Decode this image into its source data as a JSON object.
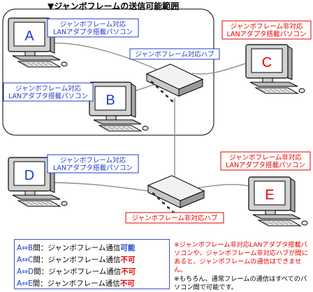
{
  "title": "▼ジャンボフレームの送信可能範囲",
  "pcs": [
    {
      "id": "A",
      "letter": "A",
      "label1": "ジャンボフレーム対応",
      "label2": "LANアダプタ搭載パソコン",
      "frame_color": "#1e3cc8",
      "letter_color": "#1e3cc8"
    },
    {
      "id": "B",
      "letter": "B",
      "label1": "ジャンボフレーム対応",
      "label2": "LANアダプタ搭載パソコン",
      "frame_color": "#1e3cc8",
      "letter_color": "#1e3cc8"
    },
    {
      "id": "C",
      "letter": "C",
      "label1": "ジャンボフレーム非対応",
      "label2": "LANアダプタ搭載パソコン",
      "frame_color": "#e60000",
      "letter_color": "#e60000"
    },
    {
      "id": "D",
      "letter": "D",
      "label1": "ジャンボフレーム対応",
      "label2": "LANアダプタ搭載パソコン",
      "frame_color": "#1e3cc8",
      "letter_color": "#1e3cc8"
    },
    {
      "id": "E",
      "letter": "E",
      "label1": "ジャンボフレーム非対応",
      "label2": "LANアダプタ搭載パソコン",
      "frame_color": "#e60000",
      "letter_color": "#e60000"
    }
  ],
  "hubs": {
    "top": {
      "label": "ジャンボフレーム対応ハブ",
      "color": "#1e3cc8"
    },
    "bottom": {
      "label": "ジャンボフレーム非対応ハブ",
      "color": "#e60000"
    }
  },
  "legend": [
    {
      "from": "A",
      "arrow": "⇔",
      "to": "B",
      "text": "間：ジャンボフレーム通信",
      "result": "可能",
      "ok": true
    },
    {
      "from": "A",
      "arrow": "⇔",
      "to": "C",
      "text": "間：ジャンボフレーム通信",
      "result": "不可",
      "ok": false
    },
    {
      "from": "A",
      "arrow": "⇔",
      "to": "D",
      "text": "間：ジャンボフレーム通信",
      "result": "不可",
      "ok": false
    },
    {
      "from": "A",
      "arrow": "⇔",
      "to": "E",
      "text": "間：ジャンボフレーム通信",
      "result": "不可",
      "ok": false
    }
  ],
  "notes": {
    "note1": "※ジャンボフレーム非対応LANアダプタ搭載パソコンや、ジャンボフレーム非対応ハブが間にあると、ジャンボフレームの通信はできません。",
    "note2": "※もちろん、通常フレームの通信はすべてのパソコン間で可能です。"
  },
  "colors": {
    "blue": "#1e3cc8",
    "red": "#e60000",
    "monitor_body": "#d2d2d2",
    "screen": "#ffffff"
  }
}
